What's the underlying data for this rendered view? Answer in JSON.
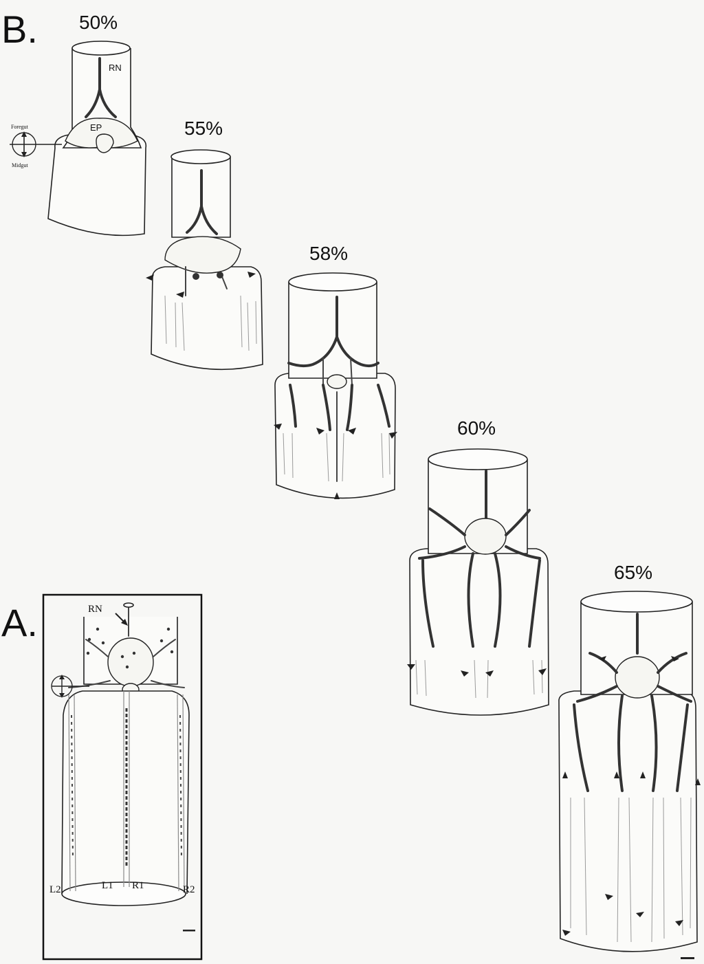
{
  "panels": {
    "b_letter": "B.",
    "a_letter": "A."
  },
  "stages": {
    "s50": "50%",
    "s55": "55%",
    "s58": "58%",
    "s60": "60%",
    "s65": "65%"
  },
  "labels_b": {
    "rn": "RN",
    "ep": "EP",
    "foregut": "Foregut",
    "midgut": "Midgut"
  },
  "labels_a": {
    "rn": "RN",
    "l2": "L2",
    "l1": "L1",
    "r1": "R1",
    "r2": "R2"
  }
}
